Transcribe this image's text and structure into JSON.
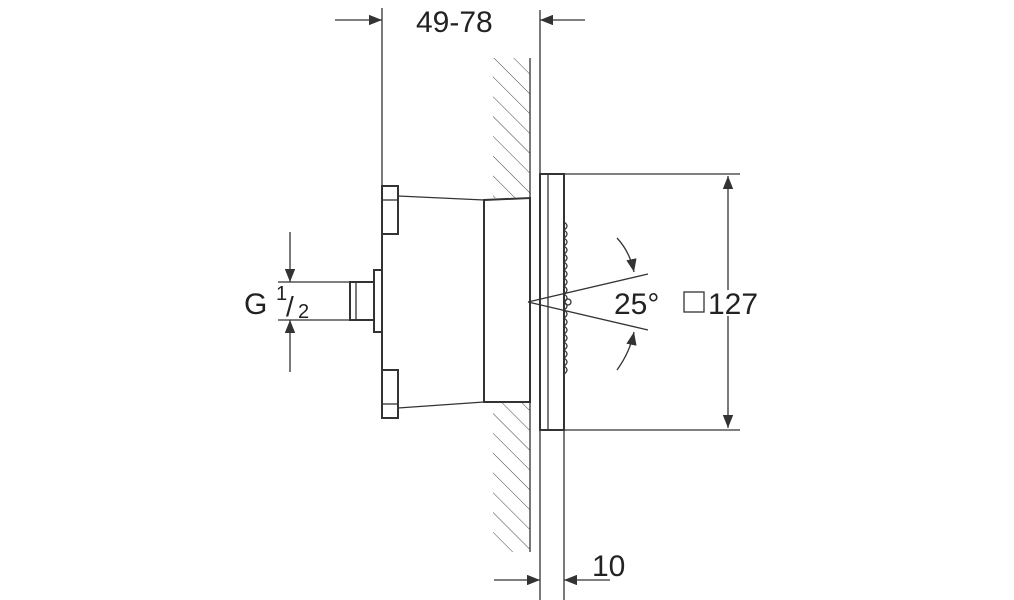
{
  "dimensions": {
    "top_width": "49-78",
    "thread_prefix": "G",
    "thread_num": "1",
    "thread_slash": "/",
    "thread_den": "2",
    "spray_angle": "25°",
    "square_size": "127",
    "plate_thickness": "10"
  },
  "colors": {
    "line": "#333333",
    "background": "#ffffff"
  }
}
